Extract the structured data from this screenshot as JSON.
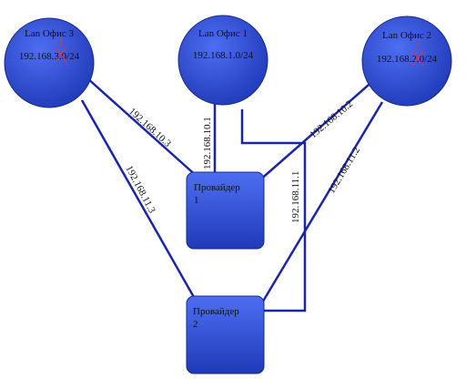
{
  "colors": {
    "link_line": "#1a26a8",
    "node_fill_top": "#4d6ef2",
    "node_fill_bottom": "#203ab8",
    "node_stroke": "#1b2a86",
    "correction_mark": "#ff2a2a",
    "background": "#ffffff"
  },
  "offices": {
    "office3": {
      "name": "Lan Офис 3",
      "subnet": "192.168.3.0/24",
      "correction": "1"
    },
    "office1": {
      "name": "Lan Офис 1",
      "subnet": "192.168.1.0/24"
    },
    "office2": {
      "name": "Lan Офис 2",
      "subnet": "192.168.2.0/24",
      "correction": "1"
    }
  },
  "providers": {
    "p1": {
      "line1": "Провайдер",
      "line2": "1"
    },
    "p2": {
      "line1": "Провайдер",
      "line2": "2"
    }
  },
  "links": {
    "o3_p1": "192.168.10.3",
    "o1_p1": "192.168.10.1",
    "o2_p1": "192.168.10.2",
    "o3_p2": "192.168.11.3",
    "o1_p2": "192.168.11.1",
    "o2_p2": "192.168.11.2"
  }
}
